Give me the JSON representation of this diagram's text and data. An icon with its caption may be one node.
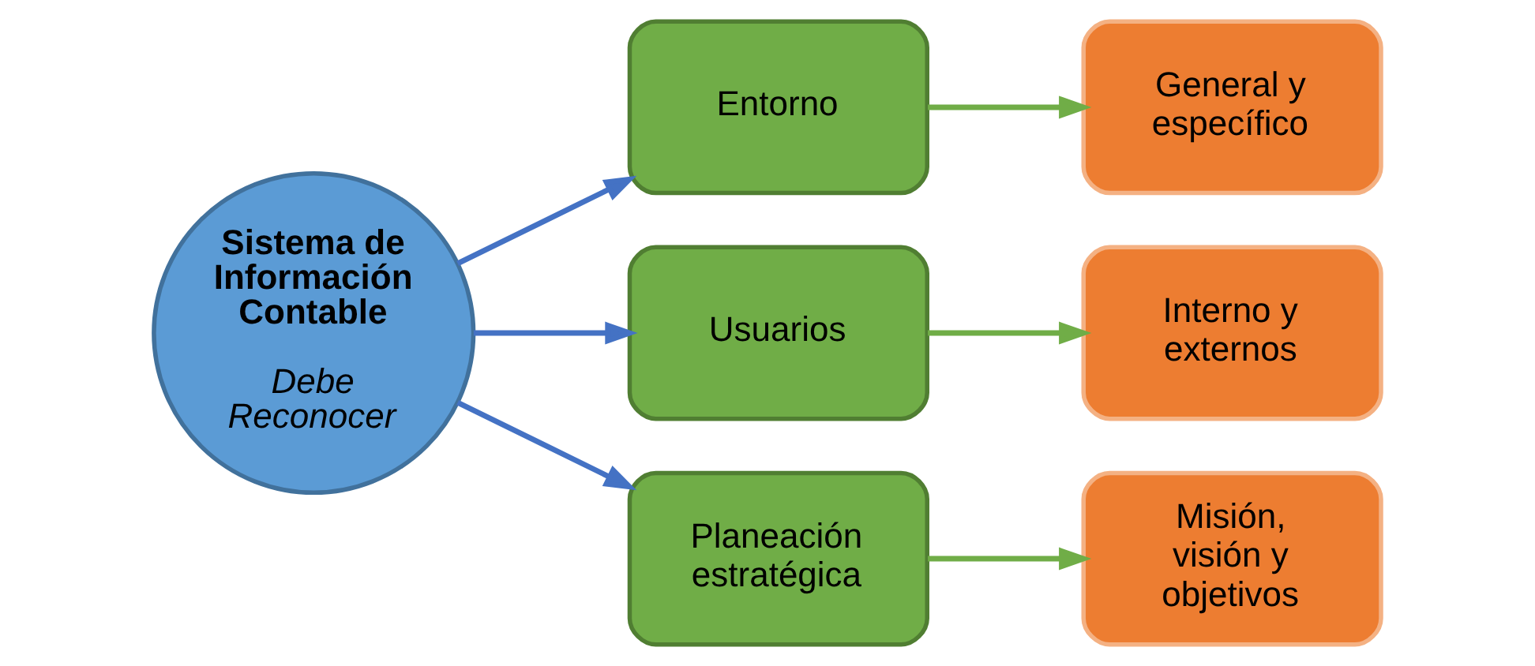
{
  "diagram": {
    "nodes": [
      {
        "text": [
          "Sistema de Información Contable",
          "Debe Reconocer"
        ]
      },
      {
        "text": [
          "Entorno"
        ]
      },
      {
        "text": [
          "Usuarios"
        ]
      },
      {
        "text": [
          "Planeación estratégica"
        ]
      },
      {
        "text": [
          "General y específico"
        ]
      },
      {
        "text": [
          "Interno y externos"
        ]
      },
      {
        "text": [
          "Misión, visión y objetivos"
        ]
      }
    ],
    "edges": [
      {
        "from": 0,
        "to": 1,
        "arrow": "to",
        "color": "#4472c4"
      },
      {
        "from": 0,
        "to": 2,
        "arrow": "to",
        "color": "#4472c4"
      },
      {
        "from": 0,
        "to": 3,
        "arrow": "to",
        "color": "#4472c4"
      },
      {
        "from": 1,
        "to": 4,
        "arrow": "to",
        "color": "#70ad47"
      },
      {
        "from": 2,
        "to": 5,
        "arrow": "to",
        "color": "#70ad47"
      },
      {
        "from": 3,
        "to": 6,
        "arrow": "to",
        "color": "#70ad47"
      }
    ]
  }
}
